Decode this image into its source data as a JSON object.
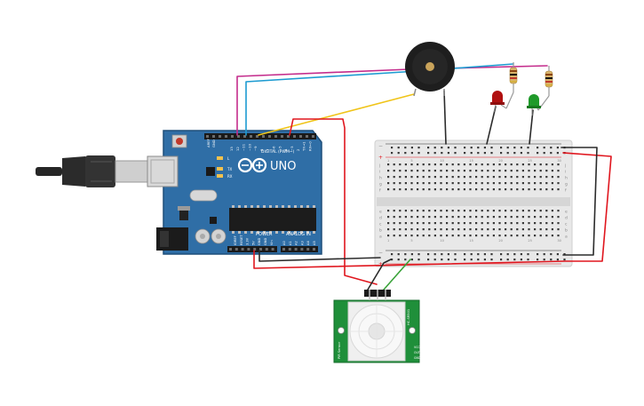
{
  "arduino": {
    "brand": "UNO",
    "digital_header": "DIGITAL (PWM~)",
    "power_header": "POWER",
    "analog_header": "ANALOG IN",
    "rx_label": "RX",
    "tx_label": "TX",
    "l_label": "L",
    "aref_label": "AREF",
    "gnd_label": "GND",
    "digital_pins": [
      "13",
      "12",
      "~11",
      "~10",
      "~9",
      "8",
      "7",
      "~6",
      "~5",
      "4",
      "~3",
      "2",
      "TX→1",
      "RX←0"
    ],
    "power_pins": [
      "IOREF",
      "RESET",
      "3.3V",
      "5V",
      "GND",
      "GND",
      "Vin"
    ],
    "analog_pins": [
      "A0",
      "A1",
      "A2",
      "A3",
      "A4",
      "A5"
    ]
  },
  "breadboard": {
    "row_letters_top": [
      "j",
      "i",
      "h",
      "g",
      "f"
    ],
    "row_letters_bottom": [
      "e",
      "d",
      "c",
      "b",
      "a"
    ],
    "rail_minus": "−",
    "rail_plus": "+",
    "column_labels": [
      "1",
      "5",
      "10",
      "15",
      "20",
      "25",
      "30"
    ]
  },
  "pir_sensor": {
    "model": "HC-SR501",
    "side_label": "PIR Sensor",
    "pins": [
      "GND",
      "OUT",
      "VCC"
    ]
  },
  "colors": {
    "arduino_board": "#2f6ea6",
    "breadboard": "#e8e8e8",
    "pir_board": "#1f8f3a",
    "wire_red": "#e0161e",
    "wire_black": "#2b2b2b",
    "wire_green": "#3aa33a",
    "wire_yellow": "#f0c419",
    "wire_magenta": "#c42c8c",
    "wire_cyan": "#1d9bd1",
    "led_red": "#b01010",
    "led_green": "#1f9a2a",
    "buzzer": "#1e1e1e"
  }
}
